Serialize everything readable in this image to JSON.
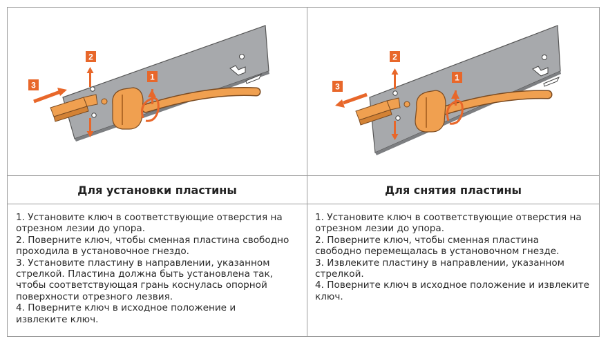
{
  "columns": [
    {
      "title": "Для установки пластины",
      "arrow_labels": [
        "1",
        "2",
        "3"
      ],
      "instructions": [
        "1. Установите ключ в соответствующие отверстия на",
        "отрезном лезии до упора.",
        "2. Поверните ключ, чтобы сменная пластина свободно",
        "проходила в установочное гнездо.",
        "3. Установите пластину  в направлении, указанном",
        "стрелкой. Пластина должна быть установлена так,",
        "чтобы соответствующая грань коснулась опорной",
        "поверхности отрезного лезвия.",
        "4. Поверните ключ в исходное положение и",
        "извлеките ключ."
      ]
    },
    {
      "title": "Для снятия пластины",
      "arrow_labels": [
        "1",
        "2",
        "3"
      ],
      "instructions": [
        "1. Установите ключ в соответствующие отверстия на",
        "отрезном лезии до упора.",
        "2. Поверните ключ, чтобы сменная пластина",
        "свободно перемещалась в установочном гнезде.",
        "3. Извлеките пластину в направлении, указанном",
        "стрелкой.",
        "4. Поверните ключ в исходное положение и извлеките",
        "ключ."
      ]
    }
  ],
  "colors": {
    "accent": "#E8672A",
    "key_orange": "#F0A050",
    "blade_gray": "#A7A9AC",
    "border": "#9A9A9A"
  }
}
